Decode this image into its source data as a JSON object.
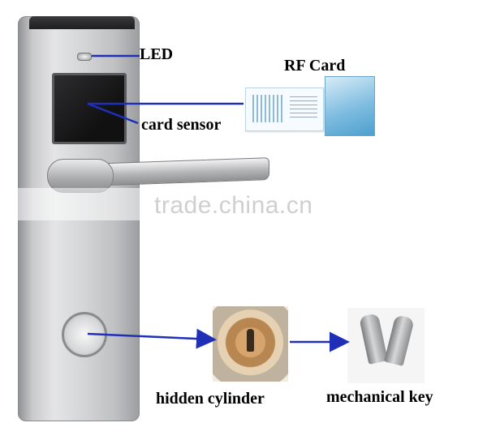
{
  "labels": {
    "led": "LED",
    "rf_card": "RF Card",
    "card_sensor": "card sensor",
    "hidden_cylinder": "hidden cylinder",
    "mechanical_key": "mechanical key"
  },
  "watermark": "trade.china.cn",
  "colors": {
    "arrow": "#1f2fb8",
    "plate": "#c9cacc",
    "sensor": "#1a1a1b"
  }
}
